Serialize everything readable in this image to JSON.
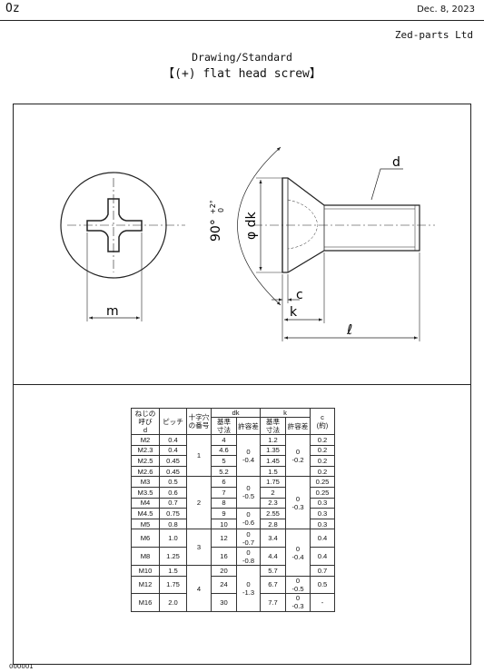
{
  "header": {
    "code": "Oz",
    "date": "Dec. 8, 2023",
    "company": "Zed-parts Ltd"
  },
  "title": {
    "line1": "Drawing/Standard",
    "line2": "【(+) flat head screw】"
  },
  "drawing": {
    "label_m": "m",
    "label_d": "d",
    "label_dk": "φ dk",
    "label_angle": "90°",
    "label_tol_upper": "+2°",
    "label_tol_lower": "0",
    "label_c": "c",
    "label_k": "k",
    "label_l": "ℓ"
  },
  "table": {
    "headers": {
      "nominal": [
        "ねじの",
        "呼び",
        "d"
      ],
      "pitch": "ピッチ",
      "cross": [
        "十字穴",
        "の番号"
      ],
      "dk": "dk",
      "k": "k",
      "c": [
        "c",
        "(約)"
      ],
      "basic": [
        "基準",
        "寸法"
      ],
      "tolerance": "許容差"
    },
    "rows": [
      {
        "d": "M2",
        "pitch": "0.4",
        "dk": "4",
        "k": "1.2",
        "c": "0.2"
      },
      {
        "d": "M2.3",
        "pitch": "0.4",
        "dk": "4.6",
        "k": "1.35",
        "c": "0.2"
      },
      {
        "d": "M2.5",
        "pitch": "0.45",
        "dk": "5",
        "k": "1.45",
        "c": "0.2"
      },
      {
        "d": "M2.6",
        "pitch": "0.45",
        "dk": "5.2",
        "k": "1.5",
        "c": "0.2"
      },
      {
        "d": "M3",
        "pitch": "0.5",
        "dk": "6",
        "k": "1.75",
        "c": "0.25"
      },
      {
        "d": "M3.5",
        "pitch": "0.6",
        "dk": "7",
        "k": "2",
        "c": "0.25"
      },
      {
        "d": "M4",
        "pitch": "0.7",
        "dk": "8",
        "k": "2.3",
        "c": "0.3"
      },
      {
        "d": "M4.5",
        "pitch": "0.75",
        "dk": "9",
        "k": "2.55",
        "c": "0.3"
      },
      {
        "d": "M5",
        "pitch": "0.8",
        "dk": "10",
        "k": "2.8",
        "c": "0.3"
      },
      {
        "d": "M6",
        "pitch": "1.0",
        "dk": "12",
        "k": "3.4",
        "c": "0.4"
      },
      {
        "d": "M8",
        "pitch": "1.25",
        "dk": "16",
        "k": "4.4",
        "c": "0.4"
      },
      {
        "d": "M10",
        "pitch": "1.5",
        "dk": "20",
        "k": "5.7",
        "c": "0.7"
      },
      {
        "d": "M12",
        "pitch": "1.75",
        "dk": "24",
        "k": "6.7",
        "c": "0.5"
      },
      {
        "d": "M16",
        "pitch": "2.0",
        "dk": "30",
        "k": "7.7",
        "c": "-"
      }
    ],
    "cross_groups": [
      {
        "value": "1",
        "rowspan": 4
      },
      {
        "value": "2",
        "rowspan": 5
      },
      {
        "value": "3",
        "rowspan": 2
      },
      {
        "value": "4",
        "rowspan": 3
      }
    ],
    "dk_tol_groups": [
      {
        "upper": "0",
        "lower": "-0.4",
        "rowspan": 4
      },
      {
        "upper": "0",
        "lower": "-0.5",
        "rowspan": 3
      },
      {
        "upper": "0",
        "lower": "-0.6",
        "rowspan": 2
      },
      {
        "upper": "0",
        "lower": "-0.7",
        "rowspan": 1
      },
      {
        "upper": "0",
        "lower": "-0.8",
        "rowspan": 1
      },
      {
        "upper": "0",
        "lower": "-1.3",
        "rowspan": 3
      }
    ],
    "k_tol_groups": [
      {
        "upper": "0",
        "lower": "-0.2",
        "rowspan": 4
      },
      {
        "upper": "0",
        "lower": "-0.3",
        "rowspan": 5
      },
      {
        "upper": "0",
        "lower": "-0.4",
        "rowspan": 3
      },
      {
        "upper": "0",
        "lower": "-0.5",
        "rowspan": 1
      },
      {
        "upper": "0",
        "lower": "-0.3",
        "rowspan": 1
      }
    ]
  },
  "footer": {
    "page": "000001"
  }
}
